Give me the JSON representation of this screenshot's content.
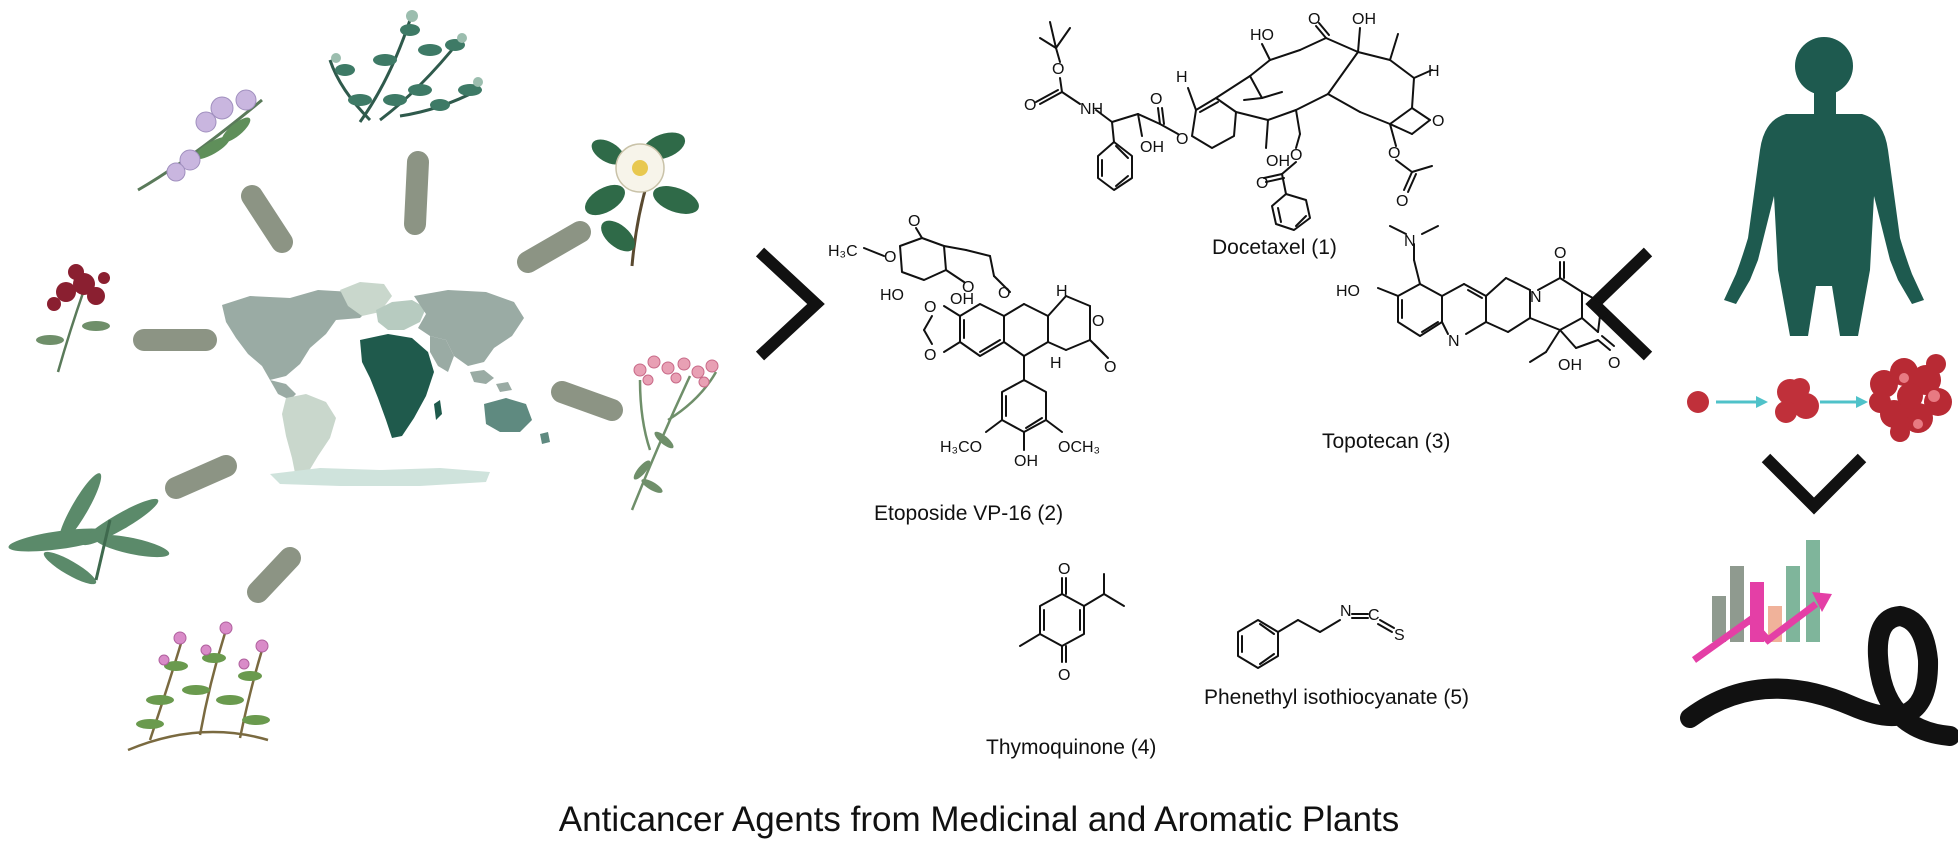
{
  "caption": "Anticancer Agents from Medicinal and Aromatic Plants",
  "compounds": [
    {
      "label": "Docetaxel (1)"
    },
    {
      "label": "Etoposide VP-16 (2)"
    },
    {
      "label": "Topotecan (3)"
    },
    {
      "label": "Thymoquinone (4)"
    },
    {
      "label": "Phenethyl isothiocyanate (5)"
    }
  ],
  "atoms": {
    "docetaxel": [
      "HO",
      "O",
      "OH",
      "O",
      "NH",
      "O",
      "H",
      "O",
      "OH",
      "OH",
      "O",
      "O",
      "O"
    ],
    "etoposide": [
      "H₃C",
      "O",
      "O",
      "O",
      "HO",
      "OH",
      "O",
      "H",
      "O",
      "O",
      "O",
      "H",
      "O",
      "H₃CO",
      "OCH₃",
      "OH"
    ],
    "topotecan": [
      "N",
      "HO",
      "N",
      "O",
      "N",
      "O",
      "OH",
      "O"
    ],
    "thymoquinone": [
      "O",
      "O"
    ],
    "phenethyl": [
      "N",
      "C",
      "S"
    ]
  },
  "colors": {
    "body": "#1e5a4f",
    "ribbon": "#111111",
    "chevron": "#111111",
    "spoke": "#8c9484",
    "cell": "#c0303a",
    "arrow": "#4fc2c9",
    "chart_pink": "#e43fa6",
    "chart_green": "#7fb59b",
    "chart_peach": "#f0b29a",
    "chart_gray": "#8f9a8f",
    "map_africa": "#1f5a4c",
    "map_mid": "#9aaba4",
    "map_light": "#c9d7cc",
    "map_antarctica": "#cfe3dc"
  },
  "icons": [
    "world-map-icon",
    "plant-icon",
    "human-body-icon",
    "cancer-cell-icon",
    "bar-chart-icon",
    "awareness-ribbon-icon"
  ]
}
